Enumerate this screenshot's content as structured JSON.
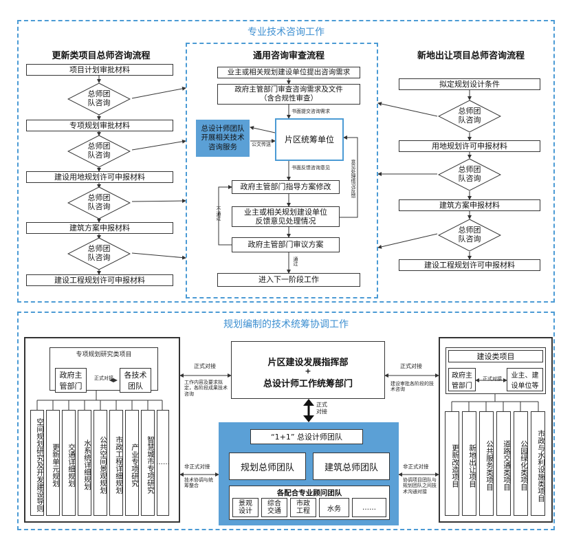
{
  "top_section": {
    "title": "专业技术咨询工作",
    "left": {
      "title": "更新类项目总师咨询流程",
      "steps": [
        "项目计划审批材料",
        "专项规划审批材料",
        "建设用地规划许可申报材料",
        "建筑方案申报材料",
        "建设工程规划许可申报材料"
      ],
      "diamond": "总师团\n队咨询"
    },
    "middle": {
      "title": "通用咨询审查流程",
      "step1": "业主或相关规划建设单位提出咨询需求",
      "step2": "政府主管部门审查咨询需求及文件\n（含合规性审查）",
      "note_submit": "书面提交咨询需求",
      "hub": "片区统筹单位",
      "side": "总设计师团队\n开展相关技术\n咨询服务",
      "note_doc": "公文传送",
      "note_feedback": "书面反馈咨询意见",
      "note_opinion": "意见处理情况反馈",
      "step3": "政府主管部门指导方案修改",
      "step4": "业主或相关规划建设单位\n反馈意见处理情况",
      "note_fail": "不通过",
      "step5": "政府主管部门审议方案",
      "note_pass": "通过",
      "step6": "进入下一阶段工作"
    },
    "right": {
      "title": "新地出让项目总师咨询流程",
      "steps": [
        "拟定规划设计条件",
        "用地规划许可申报材料",
        "建筑方案申报材料",
        "建设工程规划许可申报材料"
      ],
      "diamond": "总师团\n队咨询"
    }
  },
  "bottom_section": {
    "title": "规划编制的技术统筹协调工作",
    "left_panel": {
      "title": "专项规划研究类项目",
      "gov": "政府主\n管部门",
      "formal": "正式对接",
      "tech": "各技术\n团队",
      "columns": [
        "空间规划研究及开发建设导则",
        "更新单元规划",
        "交通详细规划",
        "水系统详细规划",
        "公共空间景观规划",
        "市政工程详细规划",
        "产业专项研究",
        "智慧城市专项研究",
        "……"
      ]
    },
    "center": {
      "title_line1": "片区建设发展指挥部",
      "plus": "+",
      "title_line2": "总设计师工作统筹部门",
      "formal_left": "正式对接",
      "formal_right": "正式对接",
      "formal_down": "正式\n对接",
      "note_left": "工作内容及要求拟定，各阶段成果技术咨询",
      "note_right": "建设审批各阶段的技术咨询",
      "informal_left": "非正式对接",
      "informal_right": "非正式对接",
      "coord_left": "技术协调与统筹整合",
      "coord_right": "协调项目团队与规划团队之间技术沟通对接"
    },
    "team": {
      "title": "“1+1” 总设计师团队",
      "planning": "规划总师团队",
      "architecture": "建筑总师团队",
      "consult": "各配合专业顾问团队",
      "items": [
        "景观\n设计",
        "综合\n交通",
        "市政\n工程",
        "水务",
        "……"
      ]
    },
    "right_panel": {
      "title": "建设类项目",
      "gov": "政府主\n管部门",
      "formal": "正式对接",
      "owner": "业主、建\n设单位等",
      "columns": [
        "更新改造项目",
        "新地出让项目",
        "公共服务类项目",
        "道路交通类项目",
        "公园绿化类项目",
        "市政与水利设施类项目"
      ]
    }
  },
  "colors": {
    "accent": "#4a9ad4",
    "blue_fill": "#5ba0d6",
    "hub_border": "#4a9ad4"
  }
}
